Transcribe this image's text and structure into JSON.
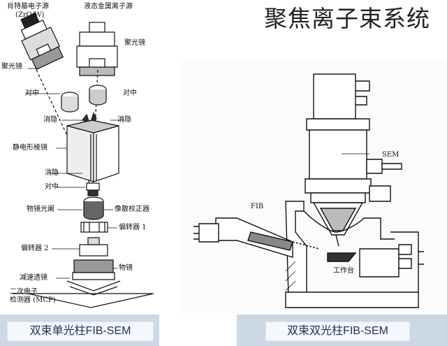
{
  "page": {
    "title": "聚焦离子束系统"
  },
  "left_diagram": {
    "labels": {
      "ion_source_label_line1": "肖特基电子源",
      "ion_source_label_line2": "(ZrO/W)",
      "liquid_metal_source": "液态金属离子源",
      "condenser_lens_right": "聚光镜",
      "condenser_lens_left": "聚光镜",
      "alignment_left": "对中",
      "alignment_right": "对中",
      "blanking_left": "消隐",
      "blanking_right": "消隐",
      "electrostatic_prism": "静电形棱镜",
      "blanking_bottom": "消隐",
      "alignment_bottom": "对中",
      "objective_aperture": "物镜光阑",
      "stigmator": "像散校正器",
      "deflector_1": "偏转器 1",
      "deflector_2": "偏转器 2",
      "objective_lens": "物镜",
      "retarding_lens": "减速透镜",
      "detector_line1": "二次电子",
      "detector_line2": "检测器 (MCP)"
    }
  },
  "right_diagram": {
    "labels": {
      "sem": "SEM",
      "fib": "FIB",
      "stage": "工作台"
    }
  },
  "captions": {
    "left": "双束单光柱FIB-SEM",
    "right": "双束双光柱FIB-SEM"
  },
  "colors": {
    "caption_bar": "#ccd8e4",
    "caption_text": "#1f2f5a"
  }
}
